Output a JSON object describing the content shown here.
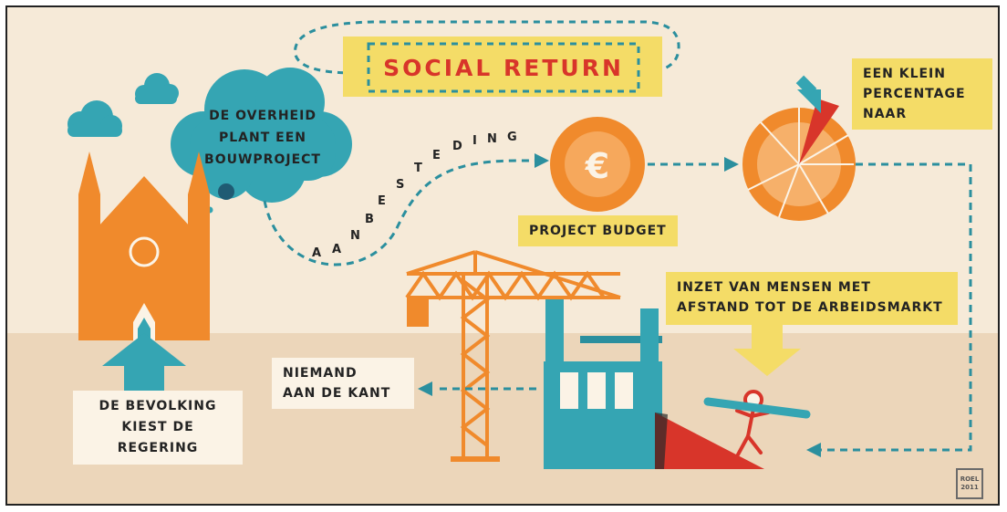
{
  "title": "SOCIAL RETURN",
  "cloud_text": [
    "DE OVERHEID",
    "PLANT EEN",
    "BOUWPROJECT"
  ],
  "path_label": "AANBESTEDING",
  "budget": {
    "symbol": "€",
    "label": "PROJECT BUDGET"
  },
  "percentage_label": [
    "EEN KLEIN",
    "PERCENTAGE",
    "NAAR"
  ],
  "inzet_label": [
    "INZET VAN MENSEN MET",
    "AFSTAND TOT DE ARBEIDSMARKT"
  ],
  "niemand_label": [
    "NIEMAND",
    "AAN DE KANT"
  ],
  "bevolking_label": [
    "DE BEVOLKING",
    "KIEST DE",
    "REGERING"
  ],
  "signature": [
    "ROEL",
    "2011"
  ],
  "colors": {
    "background": "#f6ead8",
    "ground": "#ecd6ba",
    "orange": "#f08a2c",
    "teal": "#35a5b3",
    "dark_teal": "#2b8f9e",
    "yellow": "#f4dc67",
    "red": "#d8352a"
  }
}
